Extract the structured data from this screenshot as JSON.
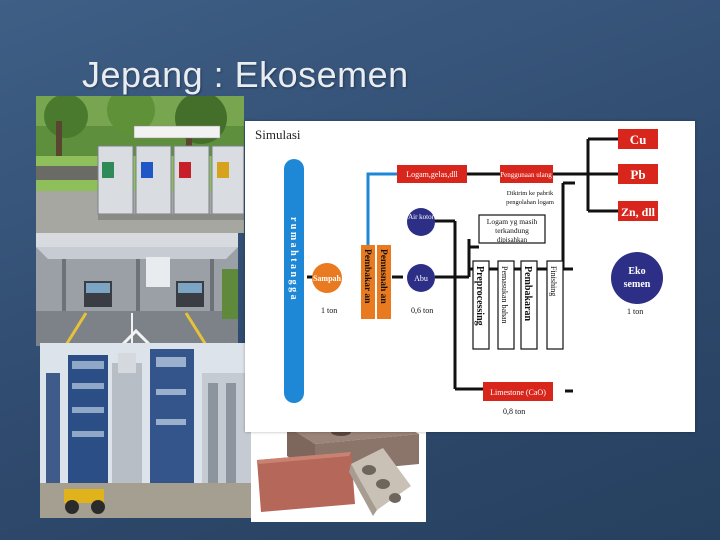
{
  "slide": {
    "title": "Jepang : Ekosemen"
  },
  "diagram": {
    "title": "Simulasi",
    "household_label": "r u m a h  t a n g g a",
    "furnace_label_1": "Pembakar an",
    "furnace_label_2": "Pemusnah an",
    "waste_node": "Sampah",
    "waste_amount": "1 ton",
    "metals_box": "Logam,gelas,dll",
    "air_box": "Air kotor",
    "ash_node": "Abu",
    "ash_amount": "0,6 ton",
    "residual_metal_box_line1": "Logam yg masih",
    "residual_metal_box_line2": "terkandung",
    "residual_metal_box_line3": "dipisahkan",
    "metal_use_box": "Penggunaan ulang",
    "metal_use_note_line1": "Dikirim ke pabrik",
    "metal_use_note_line2": "pengolahan logam",
    "cu_box": "Cu",
    "pb_box": "Pb",
    "zn_box": "Zn, dll",
    "process_preprocessing": "Preprocessing",
    "process_material_mixing": "Pemasukan bahan",
    "process_burning": "Pembakaran",
    "process_finishing": "Finishing",
    "product_node_line1": "Eko",
    "product_node_line2": "semen",
    "product_amount": "1 ton",
    "limestone_box": "Limestone (CaO)",
    "limestone_amount": "0,8 ton"
  },
  "colors": {
    "red": "#d9261c",
    "blue": "#1e88d6",
    "orange": "#ea7a1f",
    "navy": "#2d2f86",
    "black": "#111111"
  }
}
